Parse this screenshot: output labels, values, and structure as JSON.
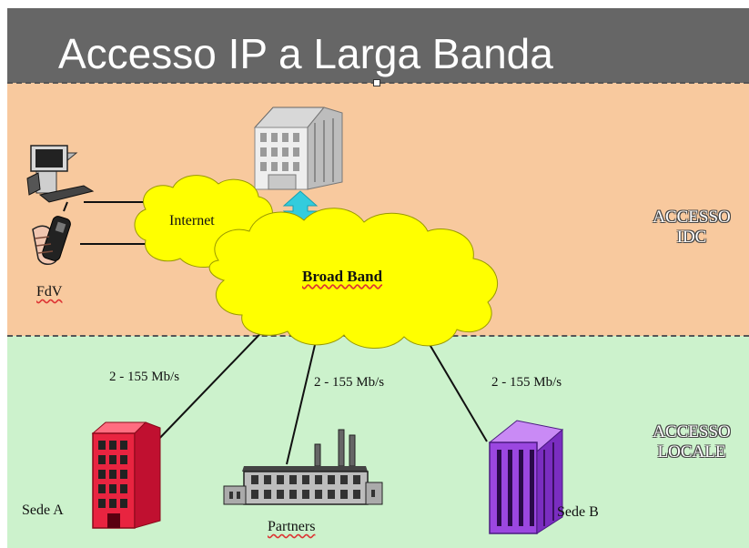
{
  "title": "Accesso IP a Larga Banda",
  "zones": {
    "top_label_line1": "ACCESSO",
    "top_label_line2": "IDC",
    "bottom_label_line1": "ACCESSO",
    "bottom_label_line2": "LOCALE"
  },
  "clouds": {
    "internet": "Internet",
    "broadband": "Broad Band"
  },
  "nodes": {
    "fdv": "FdV",
    "sede_a": "Sede A",
    "partners": "Partners",
    "sede_b": "Sede B"
  },
  "links": {
    "a": "2 - 155 Mb/s",
    "partners": "2 - 155 Mb/s",
    "b": "2 - 155 Mb/s"
  },
  "colors": {
    "title_bar": "#666666",
    "zone_top": "#f8c99e",
    "zone_bottom": "#ccf2cc",
    "cloud": "#ffff00",
    "arrow": "#33ccdd",
    "sede_a": "#e82440",
    "sede_b": "#9b47e0"
  }
}
